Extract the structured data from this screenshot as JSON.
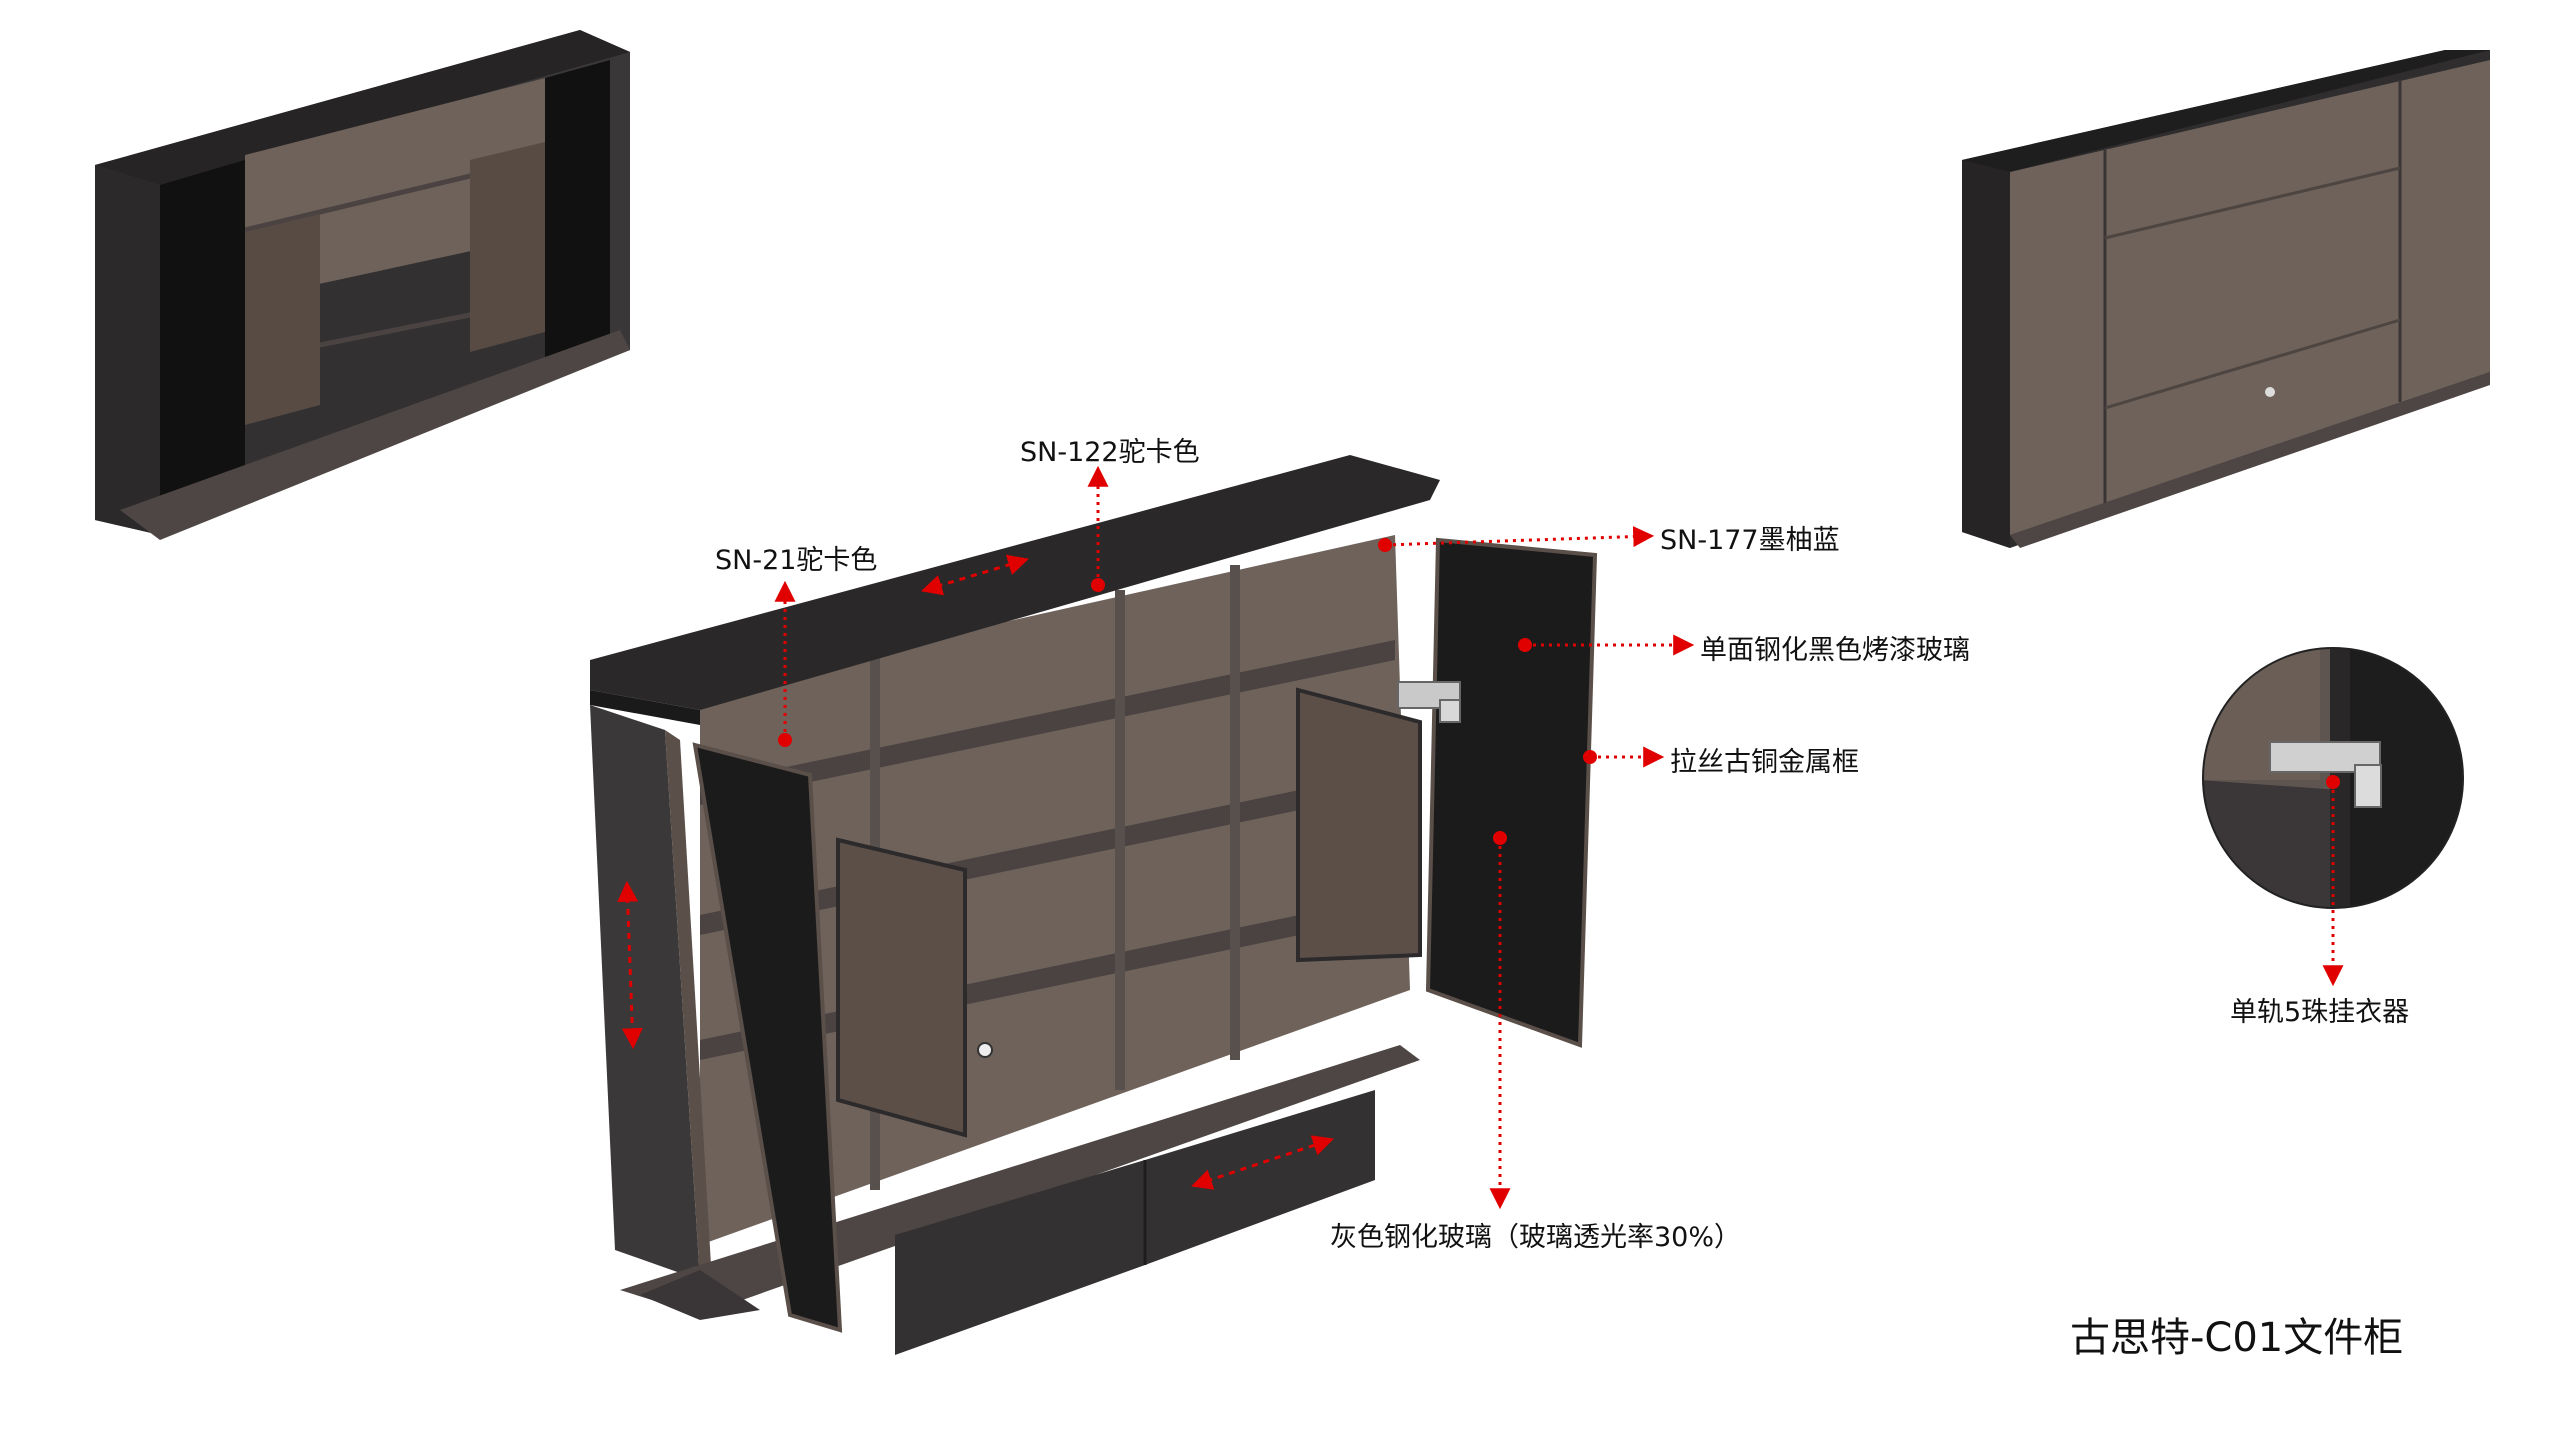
{
  "labels": {
    "top_color": "SN-122驼卡色",
    "side_color": "SN-21驼卡色",
    "door_frame_color": "SN-177墨柚蓝",
    "door_glass": "单面钢化黑色烤漆玻璃",
    "metal_frame": "拉丝古铜金属框",
    "gray_glass": "灰色钢化玻璃（玻璃透光率30%）",
    "hanger": "单轨5珠挂衣器"
  },
  "product_title": "古思特-C01文件柜",
  "colors": {
    "annotation_red": "#e00000",
    "cabinet_dark": "#2e2c2d",
    "interior_brown": "#6b5f58",
    "shelf_light": "#4a4341",
    "glass_black": "#1c1b1c"
  }
}
